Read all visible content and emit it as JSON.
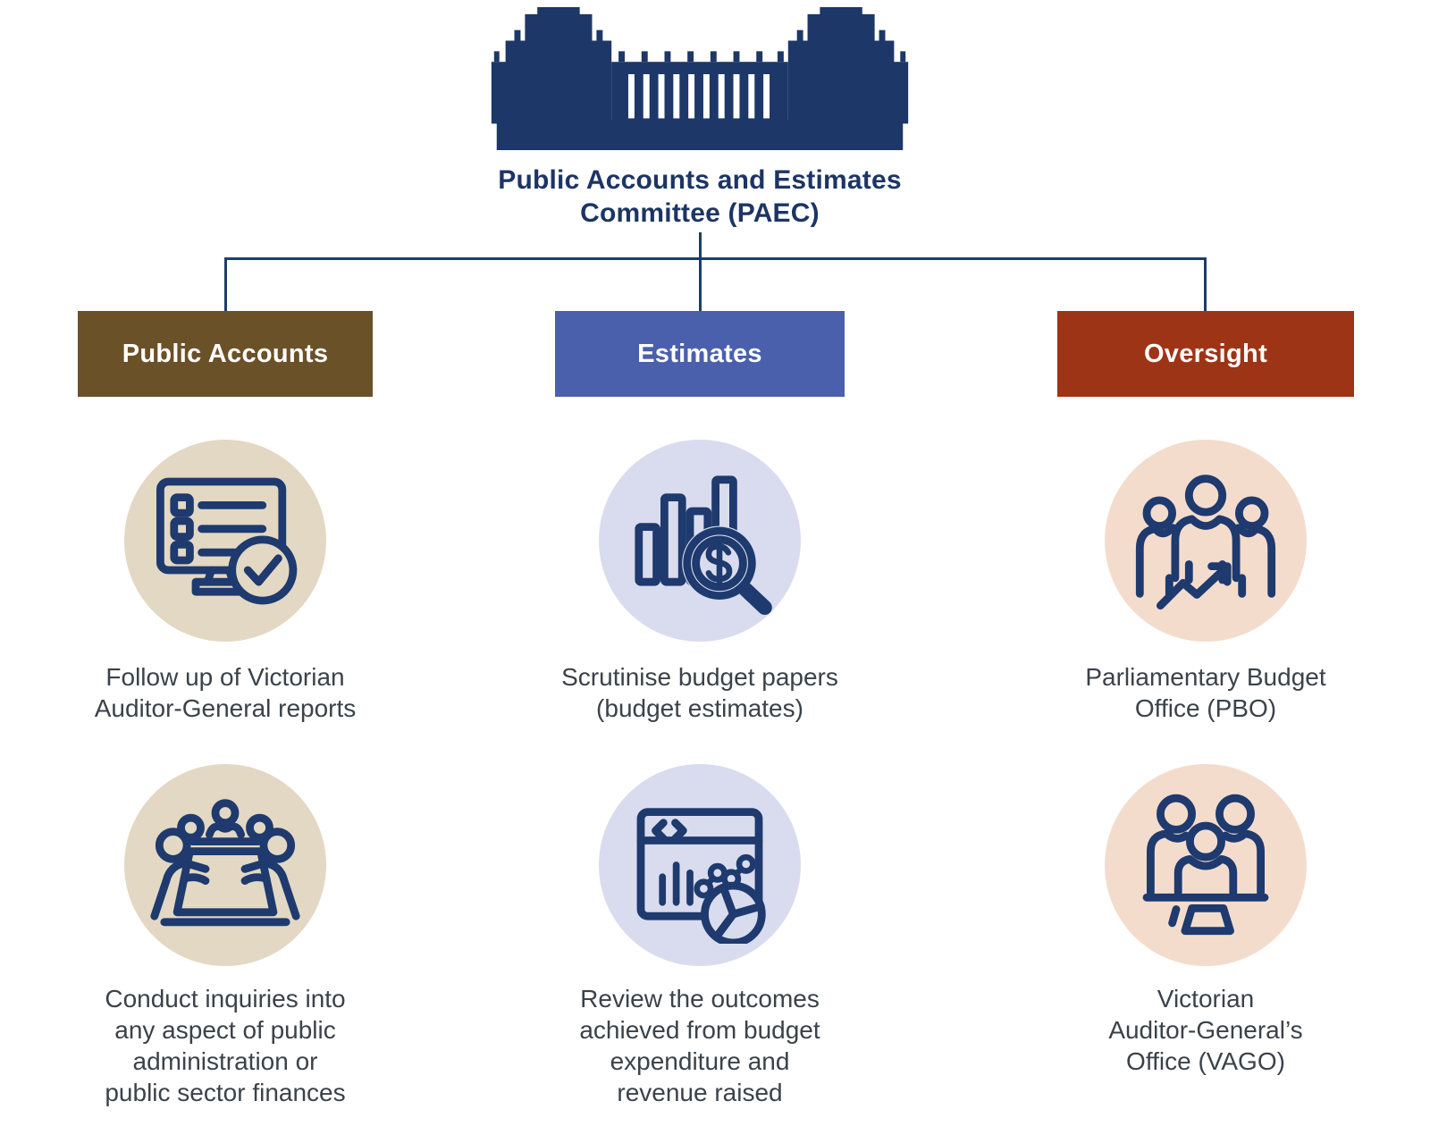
{
  "header": {
    "icon": "parliament-building-icon",
    "title": "Public Accounts and Estimates\nCommittee (PAEC)"
  },
  "colors": {
    "navy_title": "#1c3564",
    "navy_icon_stroke": "#1e3a6e",
    "connector_line": "#1d3b6d",
    "caption_text": "#3b4249",
    "branch_public_accounts": "#6b5128",
    "branch_estimates": "#4a60ac",
    "branch_oversight": "#9e3416",
    "circle_public_accounts": "#e3d8c3",
    "circle_estimates": "#d9dcee",
    "circle_oversight": "#f4dccd"
  },
  "branches": [
    {
      "label": "Public Accounts",
      "items": [
        {
          "icon": "monitor-checklist-icon",
          "caption": "Follow up of Victorian\nAuditor-General reports"
        },
        {
          "icon": "meeting-table-icon",
          "caption": "Conduct inquiries into\nany aspect of public\nadministration or\npublic sector finances"
        }
      ]
    },
    {
      "label": "Estimates",
      "items": [
        {
          "icon": "budget-magnifier-icon",
          "caption": "Scrutinise budget papers\n(budget estimates)"
        },
        {
          "icon": "analytics-dashboard-icon",
          "caption": "Review the outcomes\nachieved from budget\nexpenditure and\nrevenue raised"
        }
      ]
    },
    {
      "label": "Oversight",
      "items": [
        {
          "icon": "people-growth-icon",
          "caption": "Parliamentary Budget\nOffice (PBO)"
        },
        {
          "icon": "people-desk-icon",
          "caption": "Victorian\nAuditor-General’s\nOffice (VAGO)"
        }
      ]
    }
  ]
}
